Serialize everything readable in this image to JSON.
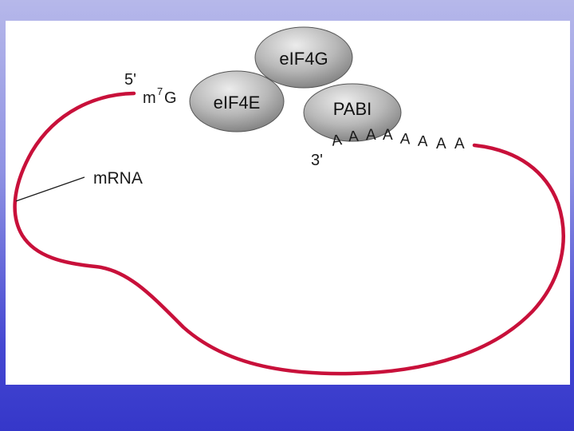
{
  "labels": {
    "five_prime": "5'",
    "three_prime": "3'",
    "cap_m": "m",
    "cap_sup": "7",
    "cap_g": "G",
    "mrna": "mRNA"
  },
  "proteins": {
    "eif4g": "eIF4G",
    "eif4e": "eIF4E",
    "pabi": "PABI"
  },
  "poly_a": [
    "A",
    "A",
    "A",
    "A",
    "A",
    "A",
    "A",
    "A"
  ],
  "colors": {
    "mrna_strand": "#c8103a",
    "protein_fill_light": "#e6e6e6",
    "protein_fill_dark": "#8a8a8a"
  }
}
